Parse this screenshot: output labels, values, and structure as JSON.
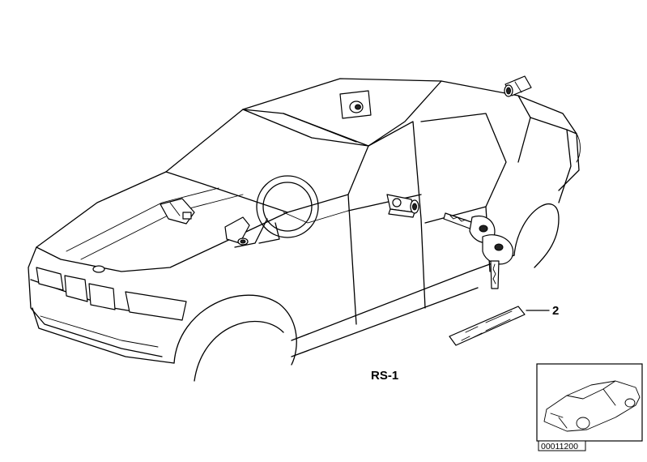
{
  "diagram": {
    "section_code": "RS-1",
    "callouts": [
      {
        "number": "2",
        "part": "key tag"
      }
    ],
    "thumbnail": {
      "reference_number": "00011200"
    }
  }
}
